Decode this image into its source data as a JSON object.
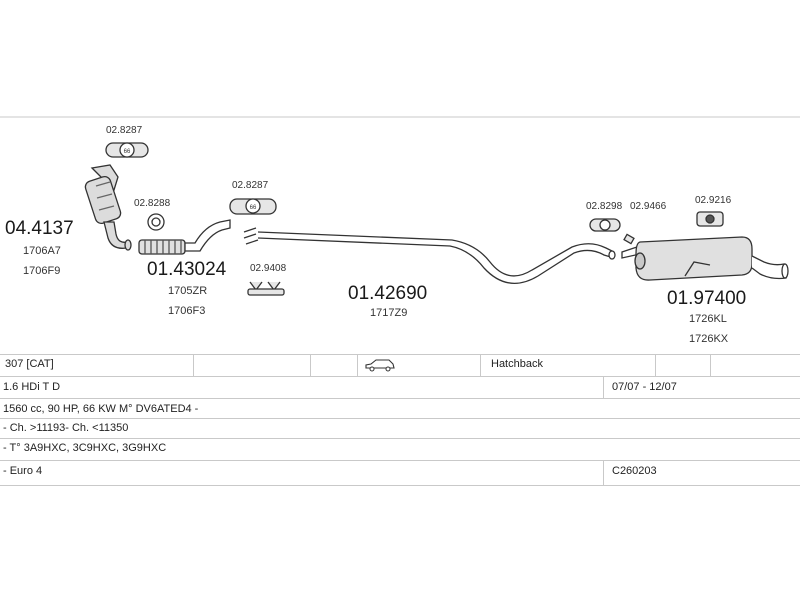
{
  "diagram": {
    "parts": [
      {
        "code": "04.4137",
        "refs": [
          "1706A7",
          "1706F9"
        ]
      },
      {
        "code": "01.43024",
        "refs": [
          "1705ZR",
          "1706F3"
        ]
      },
      {
        "code": "01.42690",
        "refs": [
          "1717Z9"
        ]
      },
      {
        "code": "01.97400",
        "refs": [
          "1726KL",
          "1726KX"
        ]
      }
    ],
    "small_parts": {
      "clamp_cat": "02.8287",
      "clamp_mid": "02.8287",
      "gasket": "02.8288",
      "bolts": "02.9408",
      "clamp_rear": "02.8298",
      "bracket": "02.9466",
      "hanger": "02.9216"
    }
  },
  "table": {
    "model": "307  [CAT]",
    "body_type": "Hatchback",
    "engine": "1.6 HDi T D",
    "period": "07/07 - 12/07",
    "spec": "1560 cc, 90 HP, 66 KW M° DV6ATED4 -",
    "chassis": "- Ch. >11193- Ch. <11350",
    "type_codes": "- T° 3A9HXC, 3C9HXC, 3G9HXC",
    "emission": "- Euro 4",
    "catalog_code": "C260203"
  },
  "colors": {
    "line": "#333333",
    "grid": "#c9c9c9",
    "fill": "#d9d9d9"
  },
  "icons": [
    "car-icon",
    "clamp-icon",
    "gasket-icon",
    "bolt-icon",
    "hanger-icon"
  ]
}
